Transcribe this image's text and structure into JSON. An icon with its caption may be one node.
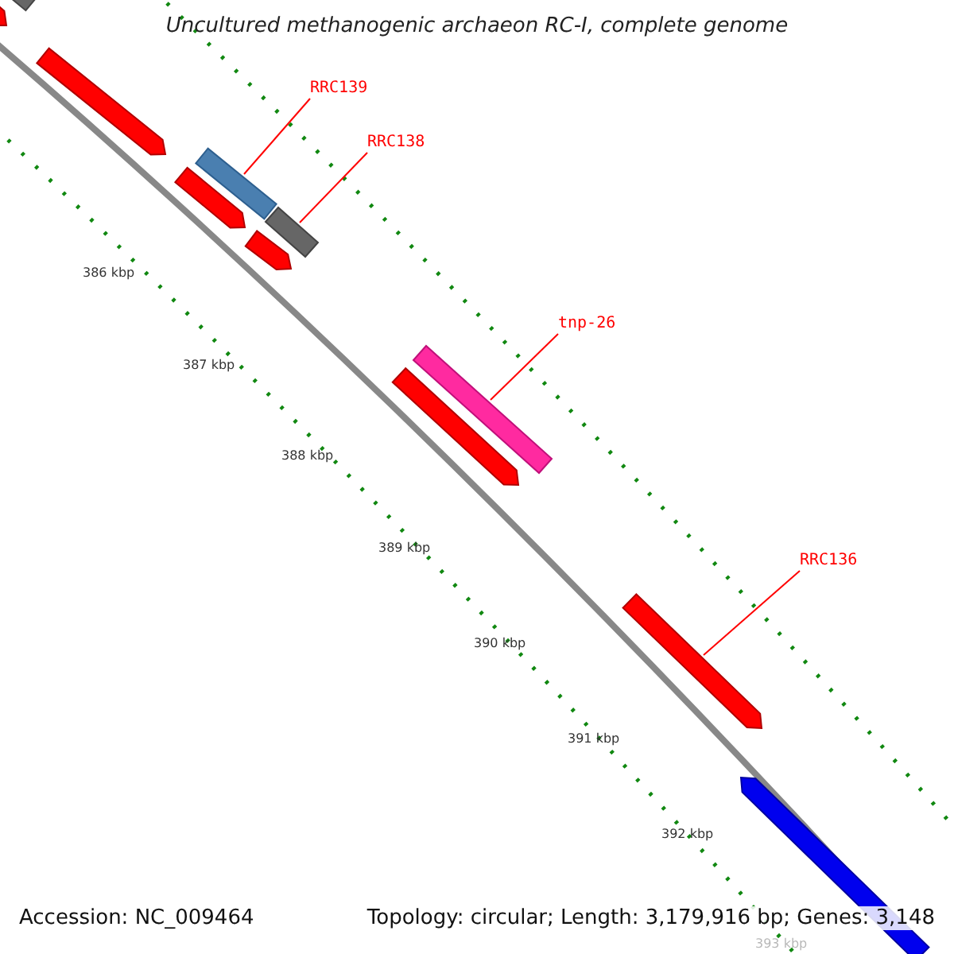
{
  "diagram": {
    "title": "Uncultured methanogenic archaeon RC-I, complete genome",
    "nodes": [
      {
        "text": [
          "RRC139"
        ]
      },
      {
        "text": [],
        "shape": "bar"
      },
      {
        "text": [
          "RRC138"
        ]
      },
      {
        "text": [],
        "shape": "bar"
      },
      {
        "text": [
          "tnp-26"
        ]
      },
      {
        "text": [],
        "shape": "bar"
      },
      {
        "text": [
          "RRC136"
        ]
      },
      {
        "text": [],
        "shape": "bar"
      },
      {
        "text": [],
        "shape": "bar"
      },
      {
        "text": [],
        "shape": "bar"
      },
      {
        "text": [],
        "shape": "bar"
      },
      {
        "text": [],
        "shape": "bar"
      },
      {
        "text": [],
        "shape": "bar"
      },
      {
        "text": [],
        "shape": "bar"
      },
      {
        "text": [],
        "shape": "bar"
      }
    ],
    "edges": [
      {
        "from": 0,
        "to": 1,
        "arrow": "none"
      },
      {
        "from": 2,
        "to": 3,
        "arrow": "none"
      },
      {
        "from": 4,
        "to": 5,
        "arrow": "none"
      },
      {
        "from": 6,
        "to": 7,
        "arrow": "none"
      }
    ],
    "labels": [
      "386 kbp",
      "387 kbp",
      "388 kbp",
      "389 kbp",
      "390 kbp",
      "391 kbp",
      "392 kbp",
      "393 kbp",
      "Accession: NC_009464",
      "Topology: circular; Length: 3,179,916 bp; Genes: 3,148"
    ]
  }
}
